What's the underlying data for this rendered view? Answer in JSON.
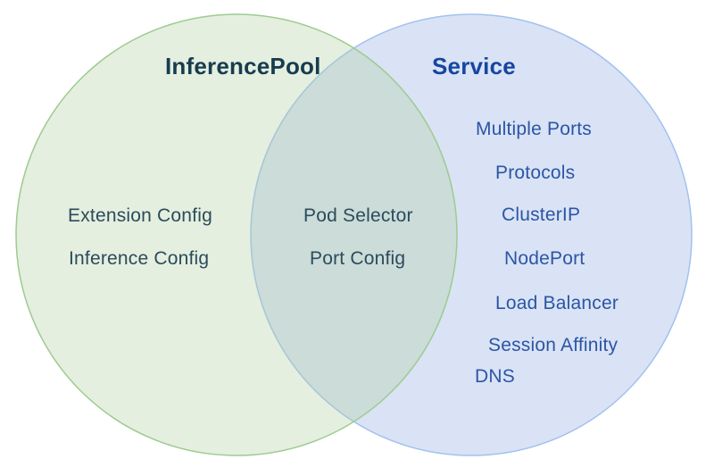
{
  "canvas": {
    "background": "#ffffff"
  },
  "venn": {
    "type": "venn-diagram",
    "left_circle": {
      "title": "InferencePool",
      "items": [
        "Extension Config",
        "Inference Config"
      ],
      "fill": "#e4efe0",
      "overlay_fill": "rgba(176,208,164,0.34)",
      "stroke": "#9ecb8f",
      "title_color": "#173c4e",
      "text_color": "#2c4b5a"
    },
    "intersection": {
      "items": [
        "Pod Selector",
        "Port Config"
      ],
      "fill": "#cbdfd5"
    },
    "right_circle": {
      "title": "Service",
      "items": [
        "Multiple Ports",
        "Protocols",
        "ClusterIP",
        "NodePort",
        "Load Balancer",
        "Session Affinity",
        "DNS"
      ],
      "fill": "#d9e3f5",
      "stroke": "#a3c1ee",
      "title_color": "#1746a0",
      "text_color": "#2c55a5"
    }
  }
}
